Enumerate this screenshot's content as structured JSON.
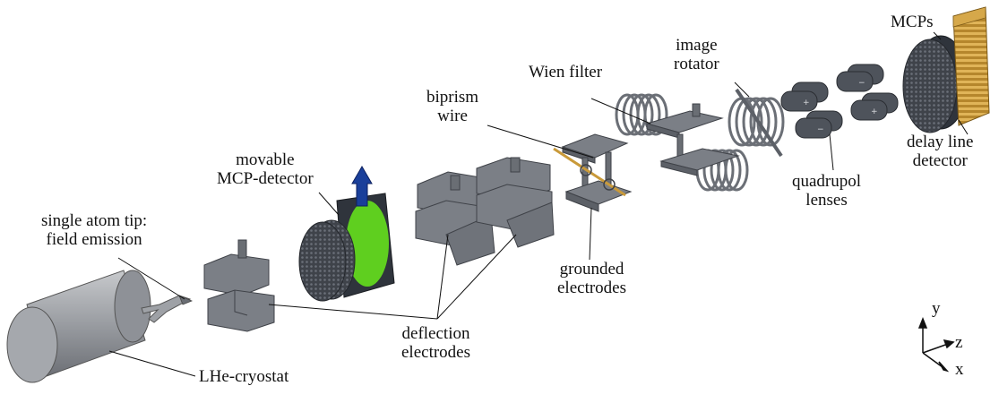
{
  "labels": {
    "single_atom_tip": [
      "single atom tip:",
      "field emission"
    ],
    "lhe_cryostat": "LHe-cryostat",
    "movable_mcp": [
      "movable",
      "MCP-detector"
    ],
    "deflection": [
      "deflection",
      "electrodes"
    ],
    "biprism": [
      "biprism",
      "wire"
    ],
    "wien": "Wien filter",
    "grounded": [
      "grounded",
      "electrodes"
    ],
    "image_rotator": [
      "image",
      "rotator"
    ],
    "quadrupol": [
      "quadrupol",
      "lenses"
    ],
    "mcps": "MCPs",
    "delay_line": [
      "delay line",
      "detector"
    ]
  },
  "axes": {
    "y": "y",
    "z": "z",
    "x": "x"
  },
  "colors": {
    "part_gray": "#7b7f86",
    "part_dark": "#4e535b",
    "screen_green": "#5fcf1f",
    "arrow_blue": "#1a3f9a",
    "gold": "#c99a3a"
  }
}
